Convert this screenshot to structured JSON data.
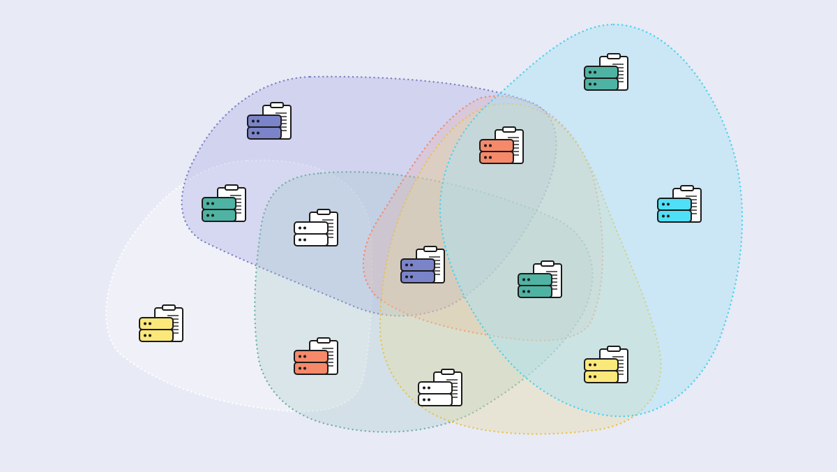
{
  "colors": {
    "background": "#e8eaf5",
    "outline": "#1a1a1a",
    "clipboard": "#ffffff",
    "server_purple": "#7b84c8",
    "server_teal": "#4fb3a3",
    "server_white": "#ffffff",
    "server_orange": "#f5896a",
    "server_yellow": "#fbe87a",
    "server_cyan": "#4fdff7"
  },
  "groups": [
    {
      "name": "white-region",
      "fill": "#ffffff",
      "fill_opacity": 0.35,
      "stroke": "#ffffff"
    },
    {
      "name": "purple-region",
      "fill": "#9a9ee0",
      "fill_opacity": 0.3,
      "stroke": "#7b80c4"
    },
    {
      "name": "teal-region",
      "fill": "#9fc7c2",
      "fill_opacity": 0.28,
      "stroke": "#6fb0a6"
    },
    {
      "name": "orange-region",
      "fill": "#f0a48f",
      "fill_opacity": 0.22,
      "stroke": "#f08a70"
    },
    {
      "name": "yellow-region",
      "fill": "#e8d99a",
      "fill_opacity": 0.35,
      "stroke": "#e9c24a"
    },
    {
      "name": "cyan-region",
      "fill": "#a9e2f5",
      "fill_opacity": 0.45,
      "stroke": "#45d2ef"
    }
  ],
  "nodes": [
    {
      "name": "server-node-purple-top",
      "color": "server_purple"
    },
    {
      "name": "server-node-teal-left",
      "color": "server_teal"
    },
    {
      "name": "server-node-white-left",
      "color": "server_white"
    },
    {
      "name": "server-node-yellow-left",
      "color": "server_yellow"
    },
    {
      "name": "server-node-orange-bottom",
      "color": "server_orange"
    },
    {
      "name": "server-node-white-bottom",
      "color": "server_white"
    },
    {
      "name": "server-node-purple-center",
      "color": "server_purple"
    },
    {
      "name": "server-node-orange-top",
      "color": "server_orange"
    },
    {
      "name": "server-node-teal-center",
      "color": "server_teal"
    },
    {
      "name": "server-node-teal-top-right",
      "color": "server_teal"
    },
    {
      "name": "server-node-cyan-right",
      "color": "server_cyan"
    },
    {
      "name": "server-node-yellow-right",
      "color": "server_yellow"
    }
  ]
}
